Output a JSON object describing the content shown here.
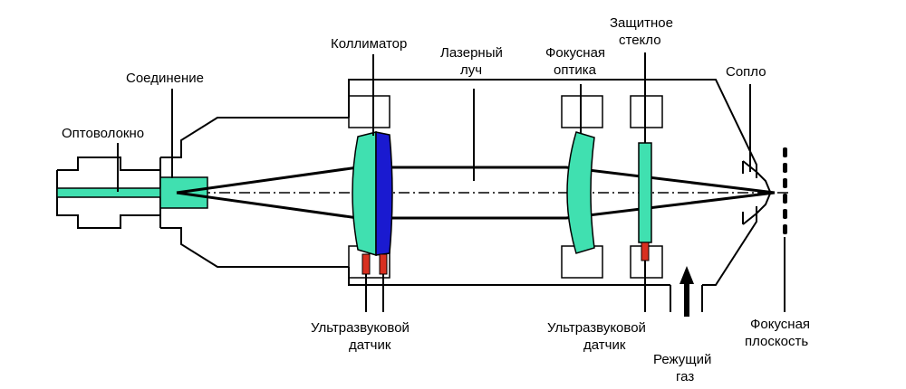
{
  "labels": {
    "fiber": "Оптоволокно",
    "connector": "Соединение",
    "collimator": "Коллиматор",
    "laser_beam_1": "Лазерный",
    "laser_beam_2": "луч",
    "focus_optics_1": "Фокусная",
    "focus_optics_2": "оптика",
    "protective_glass_1": "Защитное",
    "protective_glass_2": "стекло",
    "nozzle": "Сопло",
    "ultrasonic_left_1": "Ультразвуковой",
    "ultrasonic_left_2": "датчик",
    "ultrasonic_right_1": "Ультразвуковой",
    "ultrasonic_right_2": "датчик",
    "cutting_gas_1": "Режущий",
    "cutting_gas_2": "газ",
    "focal_plane_1": "Фокусная",
    "focal_plane_2": "плоскость"
  },
  "colors": {
    "lens_teal": "#40e0b0",
    "lens_blue": "#1a1ad0",
    "sensor_red": "#d83020",
    "line": "#000000"
  }
}
